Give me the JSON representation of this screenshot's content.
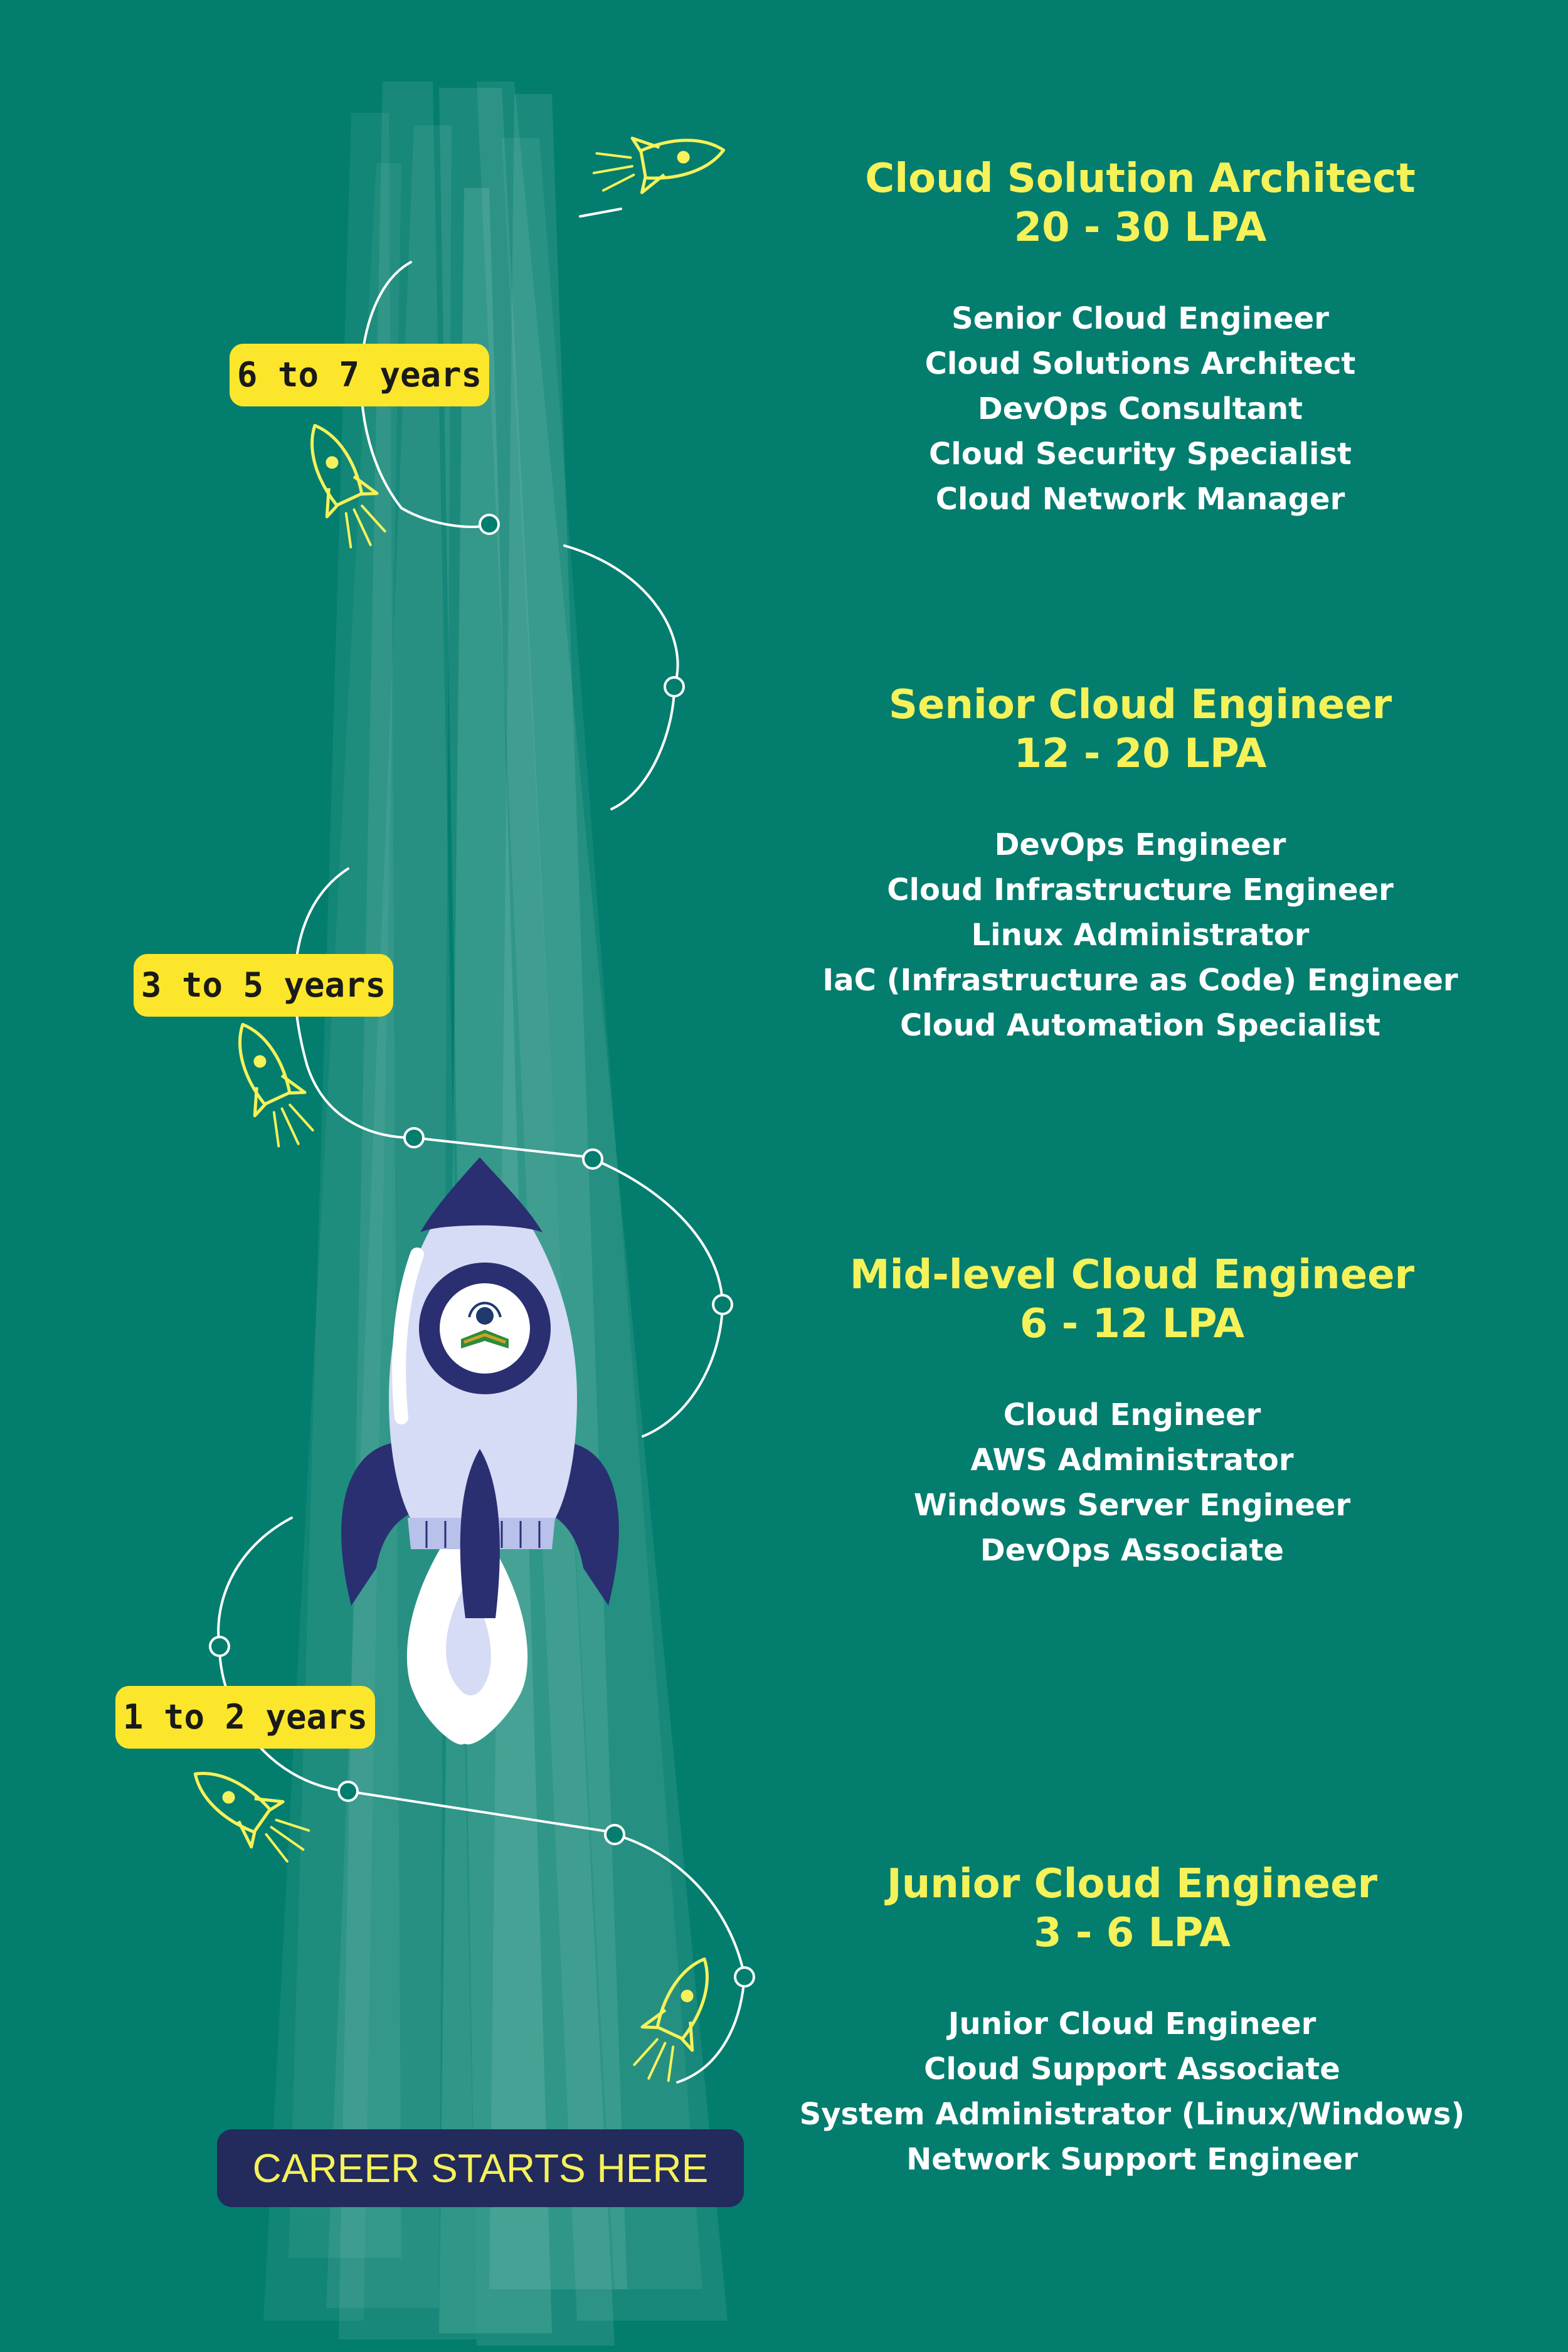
{
  "stages": [
    {
      "title": "Cloud Solution Architect",
      "salary": "20 - 30 LPA",
      "roles": [
        "Senior Cloud Engineer",
        "Cloud Solutions Architect",
        "DevOps Consultant",
        "Cloud Security Specialist",
        "Cloud Network Manager"
      ]
    },
    {
      "title": "Senior Cloud Engineer",
      "salary": "12 - 20 LPA",
      "roles": [
        "DevOps Engineer",
        "Cloud Infrastructure Engineer",
        "Linux Administrator",
        "IaC (Infrastructure as Code) Engineer",
        "Cloud Automation Specialist"
      ]
    },
    {
      "title": "Mid-level Cloud Engineer",
      "salary": "6 - 12 LPA",
      "roles": [
        "Cloud Engineer",
        "AWS Administrator",
        "Windows Server Engineer",
        "DevOps Associate"
      ]
    },
    {
      "title": "Junior Cloud Engineer",
      "salary": "3 - 6 LPA",
      "roles": [
        "Junior Cloud Engineer",
        "Cloud Support Associate",
        "System Administrator (Linux/Windows)",
        "Network Support Engineer"
      ]
    }
  ],
  "badges": [
    "6 to 7 years",
    "3 to 5 years",
    "1 to 2 years"
  ],
  "cta": "CAREER STARTS HERE",
  "colors": {
    "background": "#037d6e",
    "accent_yellow": "#f5f25a",
    "badge_yellow": "#fbe62b",
    "navy": "#232a5c",
    "rocket_body": "#d6dcf5"
  },
  "icons": [
    "rocket-illustration",
    "small-rocket-icon",
    "path-dot-icon"
  ]
}
